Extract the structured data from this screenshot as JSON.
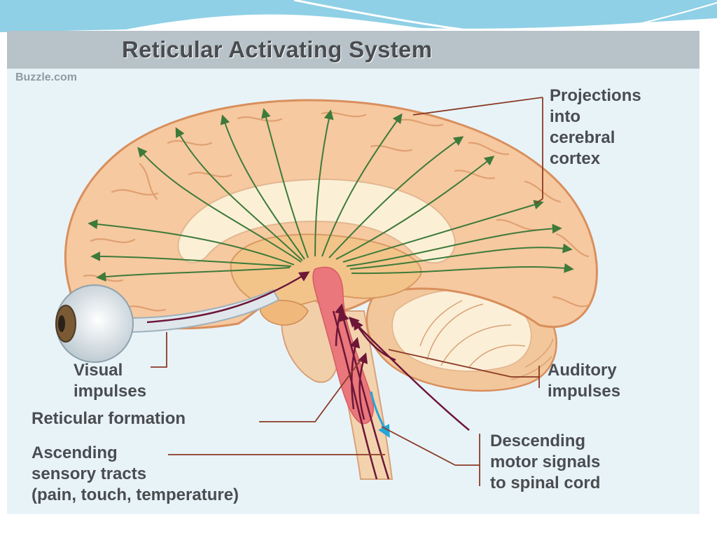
{
  "title": "Reticular Activating System",
  "watermark": "Buzzle.com",
  "labels": {
    "projections": [
      "Projections",
      "into",
      "cerebral",
      "cortex"
    ],
    "visual": [
      "Visual",
      "impulses"
    ],
    "auditory": [
      "Auditory",
      "impulses"
    ],
    "reticular": [
      "Reticular formation"
    ],
    "ascending": [
      "Ascending",
      "sensory tracts",
      "(pain, touch, temperature)"
    ],
    "descending": [
      "Descending",
      "motor signals",
      "to spinal cord"
    ]
  },
  "colors": {
    "title_bar": "#b7c3c9",
    "panel": "#e8f3f8",
    "brain": "#f6c9a0",
    "brain_outline": "#d98f5c",
    "inner_pale": "#fbf0d6",
    "reticular": "#e9777b",
    "projection_arrow": "#3e7a3a",
    "sensory_arrow": "#6d1637",
    "motor_arrow": "#23a6d9",
    "leader_line": "#8a3a25",
    "eye": "#dde5ea"
  }
}
